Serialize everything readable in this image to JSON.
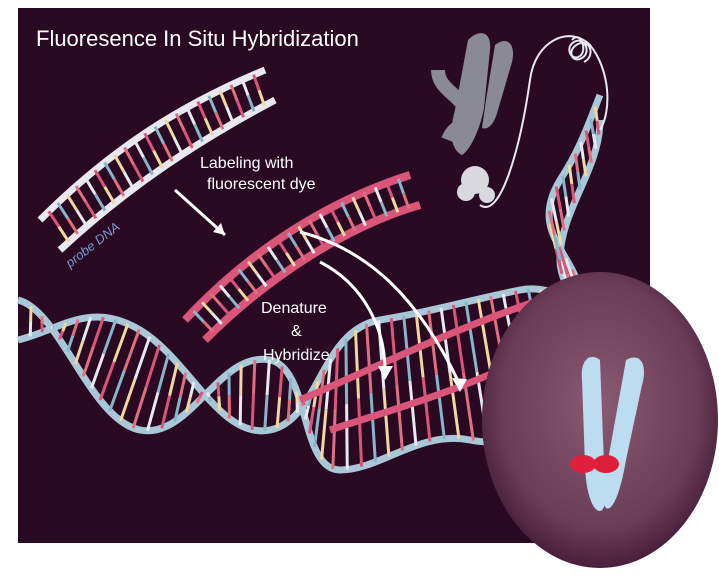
{
  "title": "Fluoresence In Situ Hybridization",
  "labels": {
    "probe": "probe DNA",
    "labeling_line1": "Labeling with",
    "labeling_line2": "fluorescent dye",
    "denature_line1": "Denature",
    "denature_line2": "&",
    "denature_line3": "Hybridize"
  },
  "icons": [
    "chromosome-icon",
    "dna-helix-icon",
    "arrow-icon",
    "fluorescent-signal-icon"
  ],
  "colors": {
    "background": "#2a0a22",
    "probe_strand": "#e8e8f0",
    "labeled_strand": "#d9557a",
    "helix_backbone": "#a8c8d8",
    "nucleus": "#7a4a62",
    "chromosome": "#bcdcf0",
    "signal": "#e0203a"
  }
}
